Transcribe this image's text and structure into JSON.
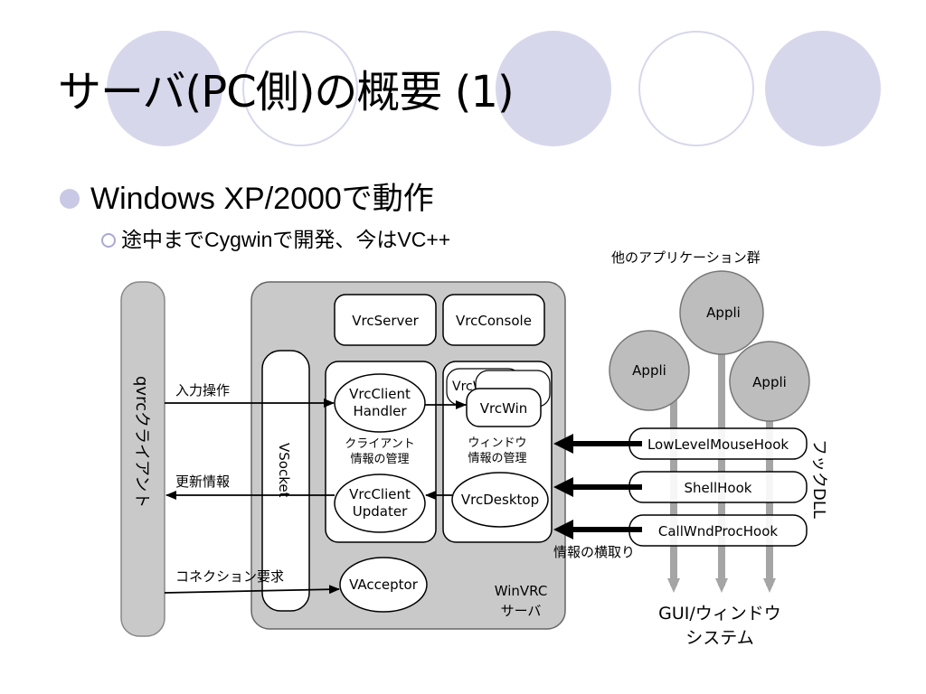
{
  "slide": {
    "title": "サーバ(PC側)の概要 (1)",
    "bullet1": "Windows XP/2000で動作",
    "bullet2": "途中までCygwinで開発、今はVC++"
  },
  "diagram": {
    "other_apps_label": "他のアプリケーション群",
    "appli": "Appli",
    "client_label": "qvrcクライアント",
    "vsocket": "VSocket",
    "vrcserver": "VrcServer",
    "vrcconsole": "VrcConsole",
    "client_handler_1": "VrcClient",
    "client_handler_2": "Handler",
    "client_mgmt_1": "クライアント",
    "client_mgmt_2": "情報の管理",
    "client_updater_1": "VrcClient",
    "client_updater_2": "Updater",
    "window_mgmt_1": "ウィンドウ",
    "window_mgmt_2": "情報の管理",
    "vrcwin": "VrcWin",
    "vrcwin_back": "VrcWin",
    "vrcdesktop": "VrcDesktop",
    "vacceptor": "VAcceptor",
    "winvrc_1": "WinVRC",
    "winvrc_2": "サーバ",
    "input_op": "入力操作",
    "update_info": "更新情報",
    "connection_req": "コネクション要求",
    "hook_lowlevel": "LowLevelMouseHook",
    "hook_shell": "ShellHook",
    "hook_callwnd": "CallWndProcHook",
    "hook_dll_label": "フックDLL",
    "intercept_label": "情報の横取り",
    "gui_system_1": "GUI/ウィンドウ",
    "gui_system_2": "システム"
  },
  "colors": {
    "deco_circle": "#d7d7ec",
    "panel_gray": "#c9c9c9",
    "bubble_gray": "#bdbdbd",
    "arrow_gray": "#a5a5a5"
  }
}
